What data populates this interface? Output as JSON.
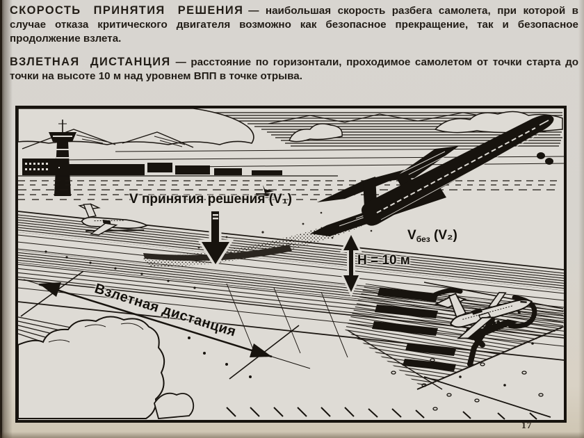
{
  "page": {
    "number": "17"
  },
  "definitions": [
    {
      "term": "СКОРОСТЬ ПРИНЯТИЯ РЕШЕНИЯ",
      "definition": "— наибольшая скорость разбега самолета, при которой в случае отказа критического двигателя возможно как безопасное прекращение, так и безопасное продолжение взлета."
    },
    {
      "term": "ВЗЛЕТНАЯ ДИСТАНЦИЯ",
      "definition": "— расстояние по горизонтали, проходимое самолетом от точки старта до точки на высоте 10 м над уровнем ВПП в точке отрыва."
    }
  ],
  "figure": {
    "labels": {
      "decision_speed": "V принятия решения (V₁)",
      "v2_main": "V",
      "v2_sub": "без",
      "v2_paren": " (V₂)",
      "height": "H = 10 м",
      "distance": "Взлетная дистанция"
    }
  },
  "colors": {
    "paper": "#d7d3cc",
    "figure_paper": "#dedbd5",
    "ink": "#1b1611"
  }
}
